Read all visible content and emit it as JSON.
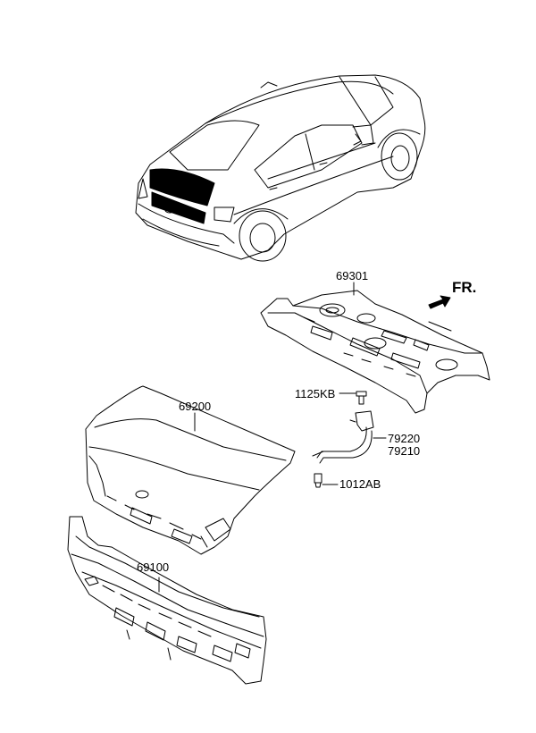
{
  "labels": {
    "p69301": "69301",
    "p69200": "69200",
    "p69100": "69100",
    "p1125KB": "1125KB",
    "p79220": "79220",
    "p79210": "79210",
    "p1012AB": "1012AB",
    "fr": "FR."
  },
  "colors": {
    "line": "#000000",
    "background": "#ffffff",
    "highlight": "#000000"
  },
  "icons": {
    "direction": "front-direction-arrow-icon"
  }
}
